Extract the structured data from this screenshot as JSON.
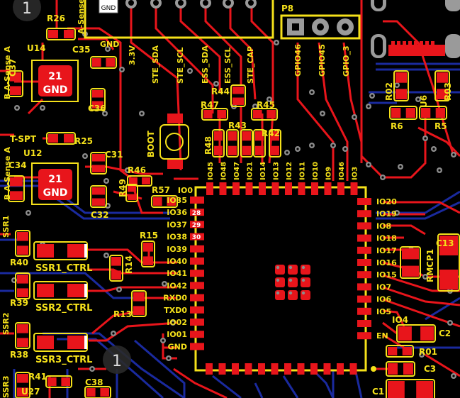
{
  "colors": {
    "board_bg": "#000000",
    "top_copper": "#e8151b",
    "bottom_copper": "#1a2a9e",
    "silkscreen": "#f5e11a",
    "pad_outline": "#f5e11a",
    "via": "#8c8c8c",
    "pad_label": "#ffffff"
  },
  "icons": [
    "numbered-circle-marker",
    "via-hole",
    "mounting-slot"
  ],
  "markers": [
    "1",
    "1"
  ],
  "connector_gnd_label": "GND",
  "header_labels_top": [
    "3.3V",
    "STE_SDA",
    "STE_SCL",
    "ESS_SDA",
    "ESS_SCL",
    "STE_CAP"
  ],
  "p8": {
    "ref": "P8",
    "pins": [
      "GPIO46",
      "GPIO45",
      "GPIO_3"
    ]
  },
  "refs": {
    "u14": "U14",
    "u12": "U12",
    "u27": "U27",
    "u6": "U6",
    "r26": "R26",
    "r25": "R25",
    "c35": "C35",
    "c36": "C36",
    "c37": "C37",
    "c31": "C31",
    "c32": "C32",
    "c34": "C34",
    "gnd_top": "GND",
    "r44": "R44",
    "r45": "R45",
    "r47": "R47",
    "r43": "R43",
    "r42": "R42",
    "r48": "R48",
    "r46": "R46",
    "r49": "R49",
    "r57": "R57",
    "r15": "R15",
    "r14": "R14",
    "r13": "R13",
    "r40": "R40",
    "r39": "R39",
    "r38": "R38",
    "r41": "R41",
    "c38": "C38",
    "r02": "R02",
    "r03": "R03",
    "r6": "R6",
    "r5": "R5",
    "rmcp1": "RMCP1",
    "c13": "C13",
    "c2": "C2",
    "r01": "R01",
    "c3": "C3",
    "c1": "C1",
    "boot": "BOOT",
    "ssr1_ctrl": "SSR1_CTRL",
    "ssr2_ctrl": "SSR2_CTRL",
    "ssr3_ctrl": "SSR3_CTRL",
    "ssr1": "SSR1",
    "ssr2": "SSR2",
    "ssr3": "SSR3",
    "b_a_sense_a_top": "B A-Sense A",
    "b_a_sense_a_mid": "B A-Sense A",
    "t_spt": "T-SPT",
    "a_sense_top": "A-Sense",
    "i04": "IO4"
  },
  "ic_label": [
    "21",
    "GND"
  ],
  "esp_top_pins": [
    "IO45",
    "IO48",
    "IO47",
    "IO21",
    "IO14",
    "IO13",
    "IO12",
    "IO11",
    "IO10",
    "IO9",
    "IO46",
    "IO3"
  ],
  "esp_left_pins": [
    "IO0",
    "IO35",
    "IO36",
    "IO37",
    "IO38",
    "IO39",
    "IO40",
    "IO41",
    "IO42",
    "RXD0",
    "TXD0",
    "IO02",
    "IO01",
    "GND"
  ],
  "esp_pad_numbers": [
    "28",
    "29",
    "30"
  ],
  "esp_right_pins": [
    "IO20",
    "IO19",
    "IO8",
    "IO18",
    "IO17",
    "IO16",
    "IO15",
    "IO7",
    "IO6",
    "IO5",
    "",
    "EN"
  ]
}
